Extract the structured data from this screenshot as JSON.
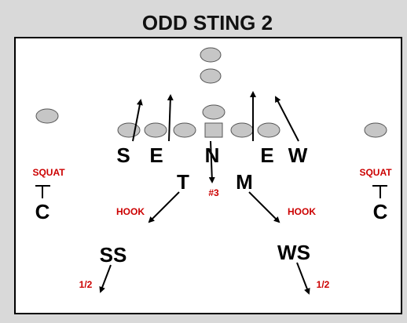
{
  "title": "ODD STING 2",
  "defenders": {
    "sam": "S",
    "end_left": "E",
    "nose": "N",
    "end_right": "E",
    "will": "W",
    "tackle": "T",
    "mike": "M",
    "corner_left": "C",
    "corner_right": "C",
    "strong_safety": "SS",
    "weak_safety": "WS"
  },
  "assignments": {
    "squat_left": "SQUAT",
    "squat_right": "SQUAT",
    "hook_left": "HOOK",
    "hook_right": "HOOK",
    "gap_three": "#3",
    "half_left": "1/2",
    "half_right": "1/2"
  },
  "colors": {
    "offense_fill": "#c6c6c6",
    "assignment_text": "#cc0000",
    "field_bg": "#ffffff"
  }
}
